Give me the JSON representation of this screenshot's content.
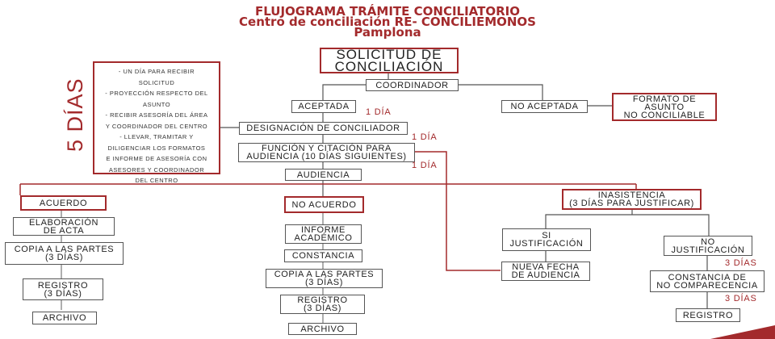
{
  "header": {
    "title": "FLUJOGRAMA TRÁMITE CONCILIATORIO",
    "subtitle": "Centro de conciliación RE- CONCILIEMONOS",
    "city": "Pamplona"
  },
  "side_note": {
    "duration_label": "5 DÍAS",
    "lines": [
      "- UN DÍA PARA RECIBIR",
      "SOLICITUD",
      "- PROYECCIÓN RESPECTO DEL",
      "ASUNTO",
      "- RECIBIR ASESORÍA DEL ÁREA",
      "Y COORDINADOR DEL CENTRO",
      "- LLEVAR, TRAMITAR Y",
      "DILIGENCIAR LOS FORMATOS",
      "E INFORME DE ASESORÍA CON",
      "ASESORES Y COORDINADOR",
      "DEL CENTRO"
    ]
  },
  "nodes": {
    "solicitud": "SOLICITUD DE\nCONCILIACIÓN",
    "coordinador": "COORDINADOR",
    "aceptada": "ACEPTADA",
    "no_aceptada": "NO ACEPTADA",
    "formato_no_conciliable": "FORMATO DE\nASUNTO\nNO CONCILIABLE",
    "designacion": "DESIGNACIÓN DE CONCILIADOR",
    "funcion_citacion": "FUNCIÓN Y CITACIÓN PARA\nAUDIENCIA (10 DÍAS SIGUIENTES)",
    "audiencia": "AUDIENCIA",
    "acuerdo": {
      "head": "ACUERDO",
      "steps": [
        "ELABORACIÓN\nDE ACTA",
        "COPIA A LAS PARTES\n(3 DÍAS)",
        "REGISTRO\n(3 DÍAS)",
        "ARCHIVO"
      ]
    },
    "no_acuerdo": {
      "head": "NO ACUERDO",
      "steps": [
        "INFORME\nACADÉMICO",
        "CONSTANCIA",
        "COPIA A LAS PARTES\n(3 DÍAS)",
        "REGISTRO\n(3 DÍAS)",
        "ARCHIVO"
      ]
    },
    "inasistencia": {
      "head": "INASISTENCIA\n(3 DÍAS PARA JUSTIFICAR)",
      "si_justificacion": "SI\nJUSTIFICACIÓN",
      "nueva_fecha": "NUEVA FECHA\nDE AUDIENCIA",
      "no_justificacion": "NO\nJUSTIFICACIÓN",
      "constancia_no_comparecencia": "CONSTANCIA DE\nNO COMPARECENCIA",
      "registro": "REGISTRO"
    }
  },
  "time_labels": {
    "aceptada_to_designacion": "1 DÍA",
    "designacion_to_funcion": "1 DÍA",
    "funcion_to_audiencia": "1 DÍA",
    "no_justificacion_to_constancia": "3 DÍAS",
    "constancia_to_registro": "3 DÍAS"
  },
  "colors": {
    "accent": "#a32a2c",
    "line": "#555555"
  }
}
